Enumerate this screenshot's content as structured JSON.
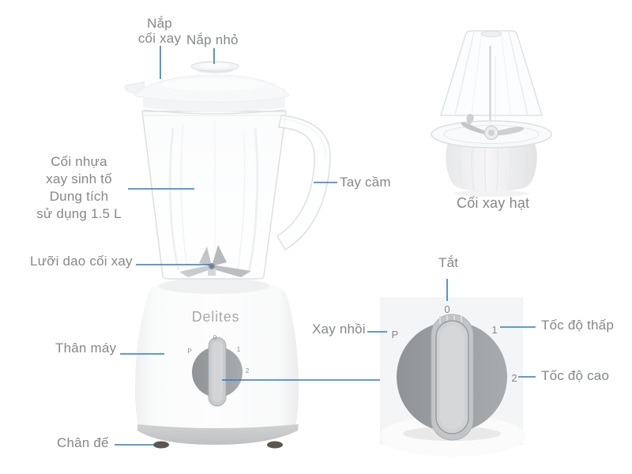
{
  "page": {
    "background": "#ffffff"
  },
  "colors": {
    "accent_line": "#2e79cb",
    "label_text": "#84878b",
    "knob_gray": "#9da0a3",
    "product_white": "#fbfcfc",
    "brand_text": "#a6a9ab"
  },
  "product": {
    "brand": "Delites",
    "dial_marks": {
      "pulse": "P",
      "off": "0",
      "low": "1",
      "high": "2"
    }
  },
  "annotations": {
    "lid": {
      "line1": "Nắp",
      "line2": "cối xay"
    },
    "small_cap": "Nắp nhỏ",
    "jar": {
      "line1": "Cối nhựa",
      "line2": "xay sinh tố",
      "line3": "Dung tích",
      "line4": "sử dụng 1.5 L"
    },
    "handle": "Tay cầm",
    "blade": "Lưỡi dao cối xay",
    "body": "Thân máy",
    "base": "Chân đế",
    "grinder_cup": "Cối xay hạt",
    "dial_off": "Tắt",
    "dial_pulse": "Xay nhồi",
    "dial_low": "Tốc độ thấp",
    "dial_high": "Tốc độ cao"
  }
}
